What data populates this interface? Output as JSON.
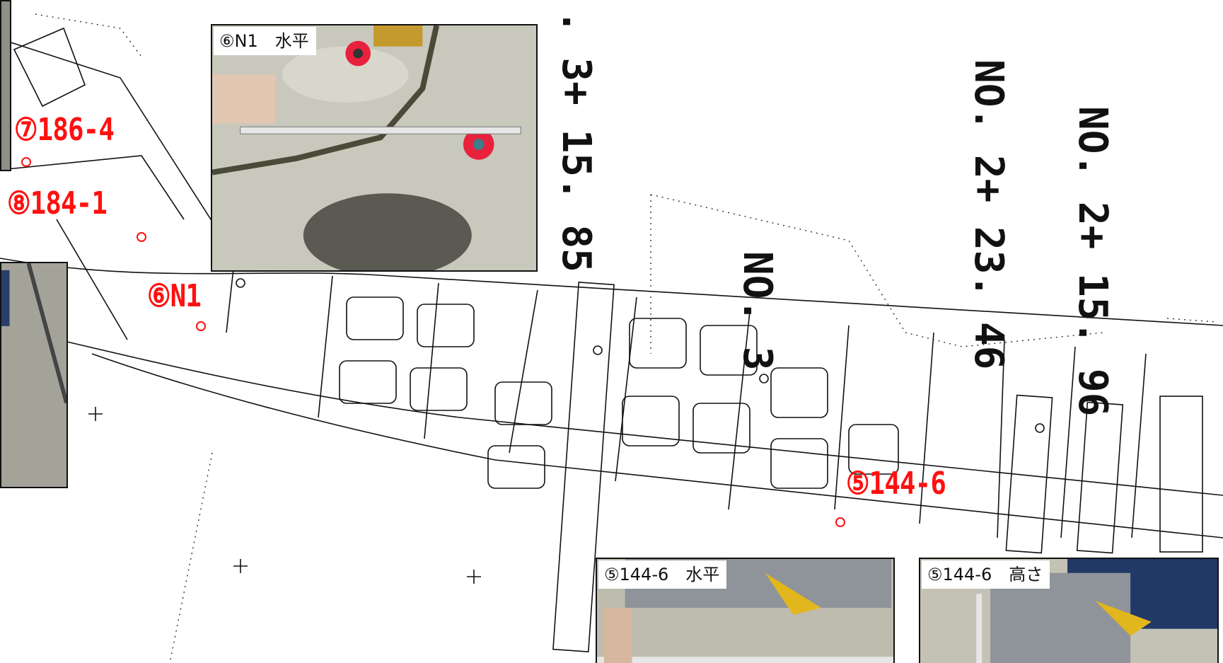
{
  "points": {
    "p7": "⑦186-4",
    "p8": "⑧184-1",
    "p6": "⑥N1",
    "p5": "⑤144-6"
  },
  "stations": {
    "s_left": ". 3+ 15. 85",
    "s_no3": "NO. 3",
    "s_23": "NO. 2+ 23. 46",
    "s_15": "NO. 2+ 15. 96"
  },
  "photos": {
    "n1_h": "⑥N1　水平",
    "p144_h": "⑤144-6　水平",
    "p144_z": "⑤144-6　高さ"
  },
  "colors": {
    "label": "#ff1010",
    "linework": "#111111"
  }
}
